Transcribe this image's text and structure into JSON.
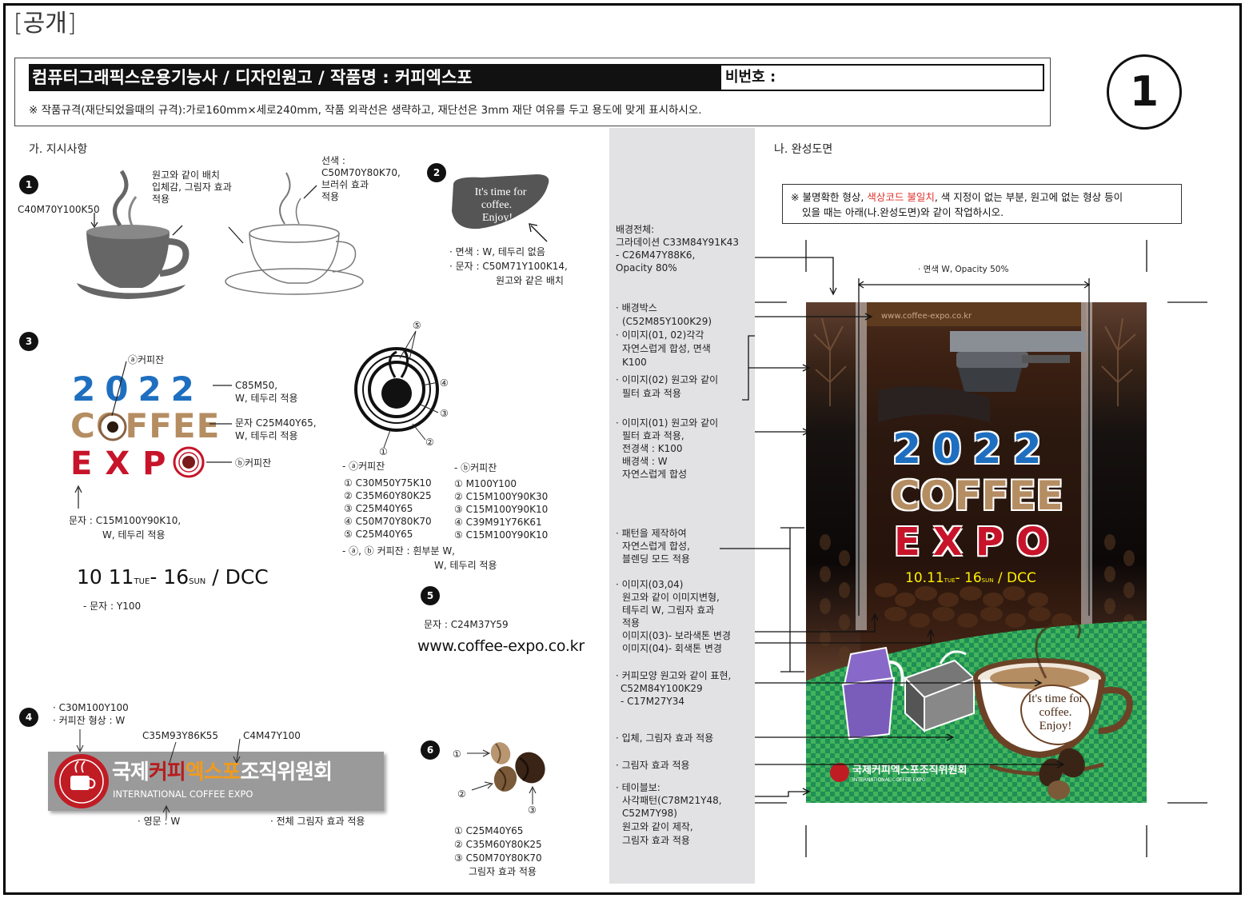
{
  "page": {
    "public_tag": "[공개]",
    "title": "컴퓨터그래픽스운용기능사  /  디자인원고  /  작품명 : 커피엑스포",
    "id_label": "비번호 :",
    "id_value": "",
    "sheet_number": "1",
    "spec_note": "※ 작품규격(재단되었을때의 규격):가로160mm×세로240mm, 작품 외곽선은 생략하고, 재단선은 3mm 재단 여유를 두고 용도에 맞게 표시하시오."
  },
  "sections": {
    "instructions": "가. 지시사항",
    "completed": "나. 완성도면"
  },
  "notice": {
    "prefix": "※ 불명확한 형상, ",
    "red": "색상코드 불일치",
    "suffix": ", 색 지정이 없는 부분, 원고에 없는 형상 등이",
    "line2": "있을 때는 아래(나.완성도면)와 같이 작업하시오."
  },
  "item1": {
    "num": "1",
    "color_label": "C40M70Y100K50",
    "note_a": [
      "원고와 같이 배치",
      "입체감, 그림자 효과",
      "적용"
    ],
    "note_b": [
      "선색 :",
      "C50M70Y80K70,",
      "브러쉬 효과",
      "적용"
    ]
  },
  "item2": {
    "num": "2",
    "bubble_text": [
      "It's time for",
      "coffee.",
      "Enjoy!"
    ],
    "notes": [
      "· 면색 : W, 테두리 없음",
      "· 문자 : C50M71Y100K14,",
      "원고와 같은 배치"
    ]
  },
  "item3": {
    "num": "3",
    "logo_year": "2022",
    "logo_coffee": "COFFEE",
    "logo_expo": "EXPO",
    "cup_a": "ⓐ커피잔",
    "cup_b": "ⓑ커피잔",
    "year_note": [
      "C85M50,",
      "W, 테두리 적용"
    ],
    "coffee_note": [
      "문자 C25M40Y65,",
      "W, 테두리 적용"
    ],
    "expo_note": [
      "문자 : C15M100Y90K10,",
      "W, 테두리 적용"
    ],
    "date_main": "10 11",
    "date_tue": "TUE",
    "date_mid": "- 16",
    "date_sun": "SUN",
    "date_end": "/ DCC",
    "date_note": "- 문자 : Y100",
    "cup_callouts": [
      "①",
      "②",
      "③",
      "④",
      "⑤"
    ],
    "list_a_title": "- ⓐ커피잔",
    "list_a": [
      "① C30M50Y75K10",
      "② C35M60Y80K25",
      "③ C25M40Y65",
      "④ C50M70Y80K70",
      "⑤ C25M40Y65"
    ],
    "list_b_title": "- ⓑ커피잔",
    "list_b": [
      "① M100Y100",
      "② C15M100Y90K30",
      "③ C15M100Y90K10",
      "④ C39M91Y76K61",
      "⑤ C15M100Y90K10"
    ],
    "list_common": [
      "- ⓐ, ⓑ 커피잔 : 흰부분 W,",
      "W, 테두리 적용"
    ]
  },
  "item4": {
    "num": "4",
    "note_top": [
      "· C30M100Y100",
      "· 커피잔 형상 : W"
    ],
    "note_c35": "C35M93Y86K55",
    "note_c4": "C4M47Y100",
    "logo_kr_a": "국제",
    "logo_kr_b": "커피",
    "logo_kr_c": "엑스포",
    "logo_kr_d": "조직위원회",
    "logo_en": "INTERNATIONAL COFFEE EXPO",
    "note_en": "· 영문 : W",
    "note_shadow": "· 전체 그림자 효과 적용"
  },
  "item5": {
    "num": "5",
    "note": "문자 : C24M37Y59",
    "url": "www.coffee-expo.co.kr"
  },
  "item6": {
    "num": "6",
    "callouts": [
      "①",
      "②",
      "③"
    ],
    "notes": [
      "① C25M40Y65",
      "② C35M60Y80K25",
      "③ C50M70Y80K70",
      "그림자 효과 적용"
    ]
  },
  "completed_notes": {
    "bg_all": [
      "배경전체:",
      "그라데이션 C33M84Y91K43",
      "- C26M47Y88K6,",
      "Opacity 80%"
    ],
    "face_opacity": "· 면색 W, Opacity 50%",
    "bg_box": [
      "· 배경박스",
      "(C52M85Y100K29)"
    ],
    "img_0102": [
      "· 이미지(01, 02)각각",
      "자연스럽게 합성, 면색",
      "K100"
    ],
    "img_02": [
      "· 이미지(02) 원고와 같이",
      "필터 효과 적용"
    ],
    "img_01": [
      "· 이미지(01) 원고와 같이",
      "필터 효과 적용,",
      "전경색 : K100",
      "배경색 : W",
      "자연스럽게 합성"
    ],
    "pattern": [
      "· 패턴을 제작하여",
      "자연스럽게 합성,",
      "블렌딩 모드 적용"
    ],
    "img_0304": [
      "· 이미지(03,04)",
      "원고와 같이 이미지변형,",
      "테두리 W, 그림자 효과",
      "적용",
      "이미지(03)- 보라색톤 변경",
      "이미지(04)- 회색톤 변경"
    ],
    "coffee_shape": [
      "· 커피모양 원고와 같이 표현,",
      "C52M84Y100K29",
      "- C17M27Y34"
    ],
    "emboss": "· 입체, 그림자 효과 적용",
    "shadow": "· 그림자 효과 적용",
    "table": [
      "· 테이블보:",
      "사각패턴(C78M21Y48,",
      "C52M7Y98)",
      "원고와 같이 제작,",
      "그림자 효과 적용"
    ]
  },
  "poster": {
    "url": "www.coffee-expo.co.kr",
    "year": "2022",
    "coffee": "COFFEE",
    "expo": "EXPO",
    "date_main": "10.11",
    "date_tue": "TUE",
    "date_mid": "- 16",
    "date_sun": "SUN",
    "date_end": "/ DCC",
    "bubble": [
      "It's time for",
      "coffee.",
      "Enjoy!"
    ],
    "org_kr": "국제커피엑스포조직위원회",
    "org_en": "INTERNATIONAL COFFEE EXPO"
  },
  "colors": {
    "year_blue": "#1f6fc0",
    "coffee_tan": "#b58d62",
    "expo_red": "#c7142a",
    "date_yellow": "#fff200",
    "table_green": "#1e8f55",
    "bg_box": "#5e3b1f"
  }
}
